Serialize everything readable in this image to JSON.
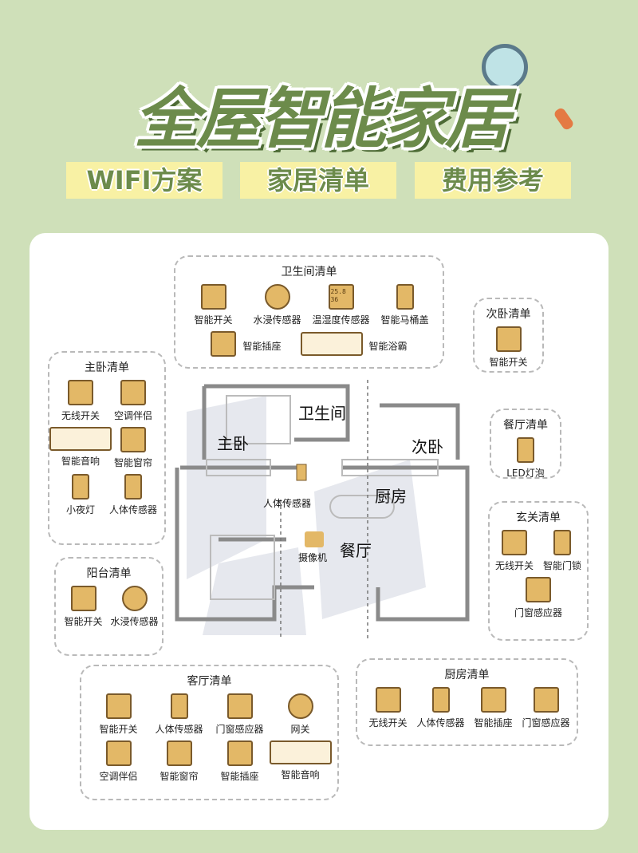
{
  "header": {
    "title": "全屋智能家居",
    "tags": [
      "WIFI方案",
      "家居清单",
      "费用参考"
    ]
  },
  "colors": {
    "background": "#cfe0b9",
    "title_green": "#6c8b4b",
    "tag_yellow": "#f8f1a4",
    "icon_fill": "#e3b867",
    "icon_border": "#7a5a2b"
  },
  "plan": {
    "rooms": [
      "主卧",
      "卫生间",
      "次卧",
      "厨房",
      "餐厅"
    ],
    "devices": [
      "人体传感器",
      "摄像机"
    ]
  },
  "groups": [
    {
      "id": "bathroom",
      "title": "卫生间清单",
      "items": [
        {
          "label": "智能开关",
          "icon": "switch"
        },
        {
          "label": "水浸传感器",
          "icon": "water-sensor"
        },
        {
          "label": "温湿度传感器",
          "icon": "thermo-hygrometer",
          "display": "25.8 36"
        },
        {
          "label": "智能马桶盖",
          "icon": "toilet"
        },
        {
          "label": "智能插座",
          "icon": "socket",
          "inline": true
        },
        {
          "label": "智能浴霸",
          "icon": "bath-heater",
          "inline": true
        }
      ]
    },
    {
      "id": "master-bedroom",
      "title": "主卧清单",
      "items": [
        {
          "label": "无线开关",
          "icon": "switch"
        },
        {
          "label": "空调伴侣",
          "icon": "ac-companion"
        },
        {
          "label": "智能音响",
          "icon": "speaker"
        },
        {
          "label": "智能窗帘",
          "icon": "curtain"
        },
        {
          "label": "小夜灯",
          "icon": "night-lamp"
        },
        {
          "label": "人体传感器",
          "icon": "body-sensor"
        }
      ]
    },
    {
      "id": "second-bedroom",
      "title": "次卧清单",
      "items": [
        {
          "label": "智能开关",
          "icon": "switch"
        }
      ]
    },
    {
      "id": "dining",
      "title": "餐厅清单",
      "items": [
        {
          "label": "LED灯泡",
          "icon": "led-bulb"
        }
      ]
    },
    {
      "id": "entry",
      "title": "玄关清单",
      "items": [
        {
          "label": "无线开关",
          "icon": "switch"
        },
        {
          "label": "智能门锁",
          "icon": "door-lock"
        },
        {
          "label": "门窗感应器",
          "icon": "door-sensor"
        }
      ]
    },
    {
      "id": "balcony",
      "title": "阳台清单",
      "items": [
        {
          "label": "智能开关",
          "icon": "switch"
        },
        {
          "label": "水浸传感器",
          "icon": "water-sensor"
        }
      ]
    },
    {
      "id": "living",
      "title": "客厅清单",
      "items": [
        {
          "label": "智能开关",
          "icon": "switch"
        },
        {
          "label": "人体传感器",
          "icon": "body-sensor"
        },
        {
          "label": "门窗感应器",
          "icon": "door-sensor"
        },
        {
          "label": "网关",
          "icon": "gateway"
        },
        {
          "label": "空调伴侣",
          "icon": "ac-companion"
        },
        {
          "label": "智能窗帘",
          "icon": "curtain"
        },
        {
          "label": "智能插座",
          "icon": "socket"
        },
        {
          "label": "智能音响",
          "icon": "speaker"
        }
      ]
    },
    {
      "id": "kitchen",
      "title": "厨房清单",
      "items": [
        {
          "label": "无线开关",
          "icon": "switch"
        },
        {
          "label": "人体传感器",
          "icon": "body-sensor"
        },
        {
          "label": "智能插座",
          "icon": "socket"
        },
        {
          "label": "门窗感应器",
          "icon": "door-sensor"
        }
      ]
    }
  ]
}
